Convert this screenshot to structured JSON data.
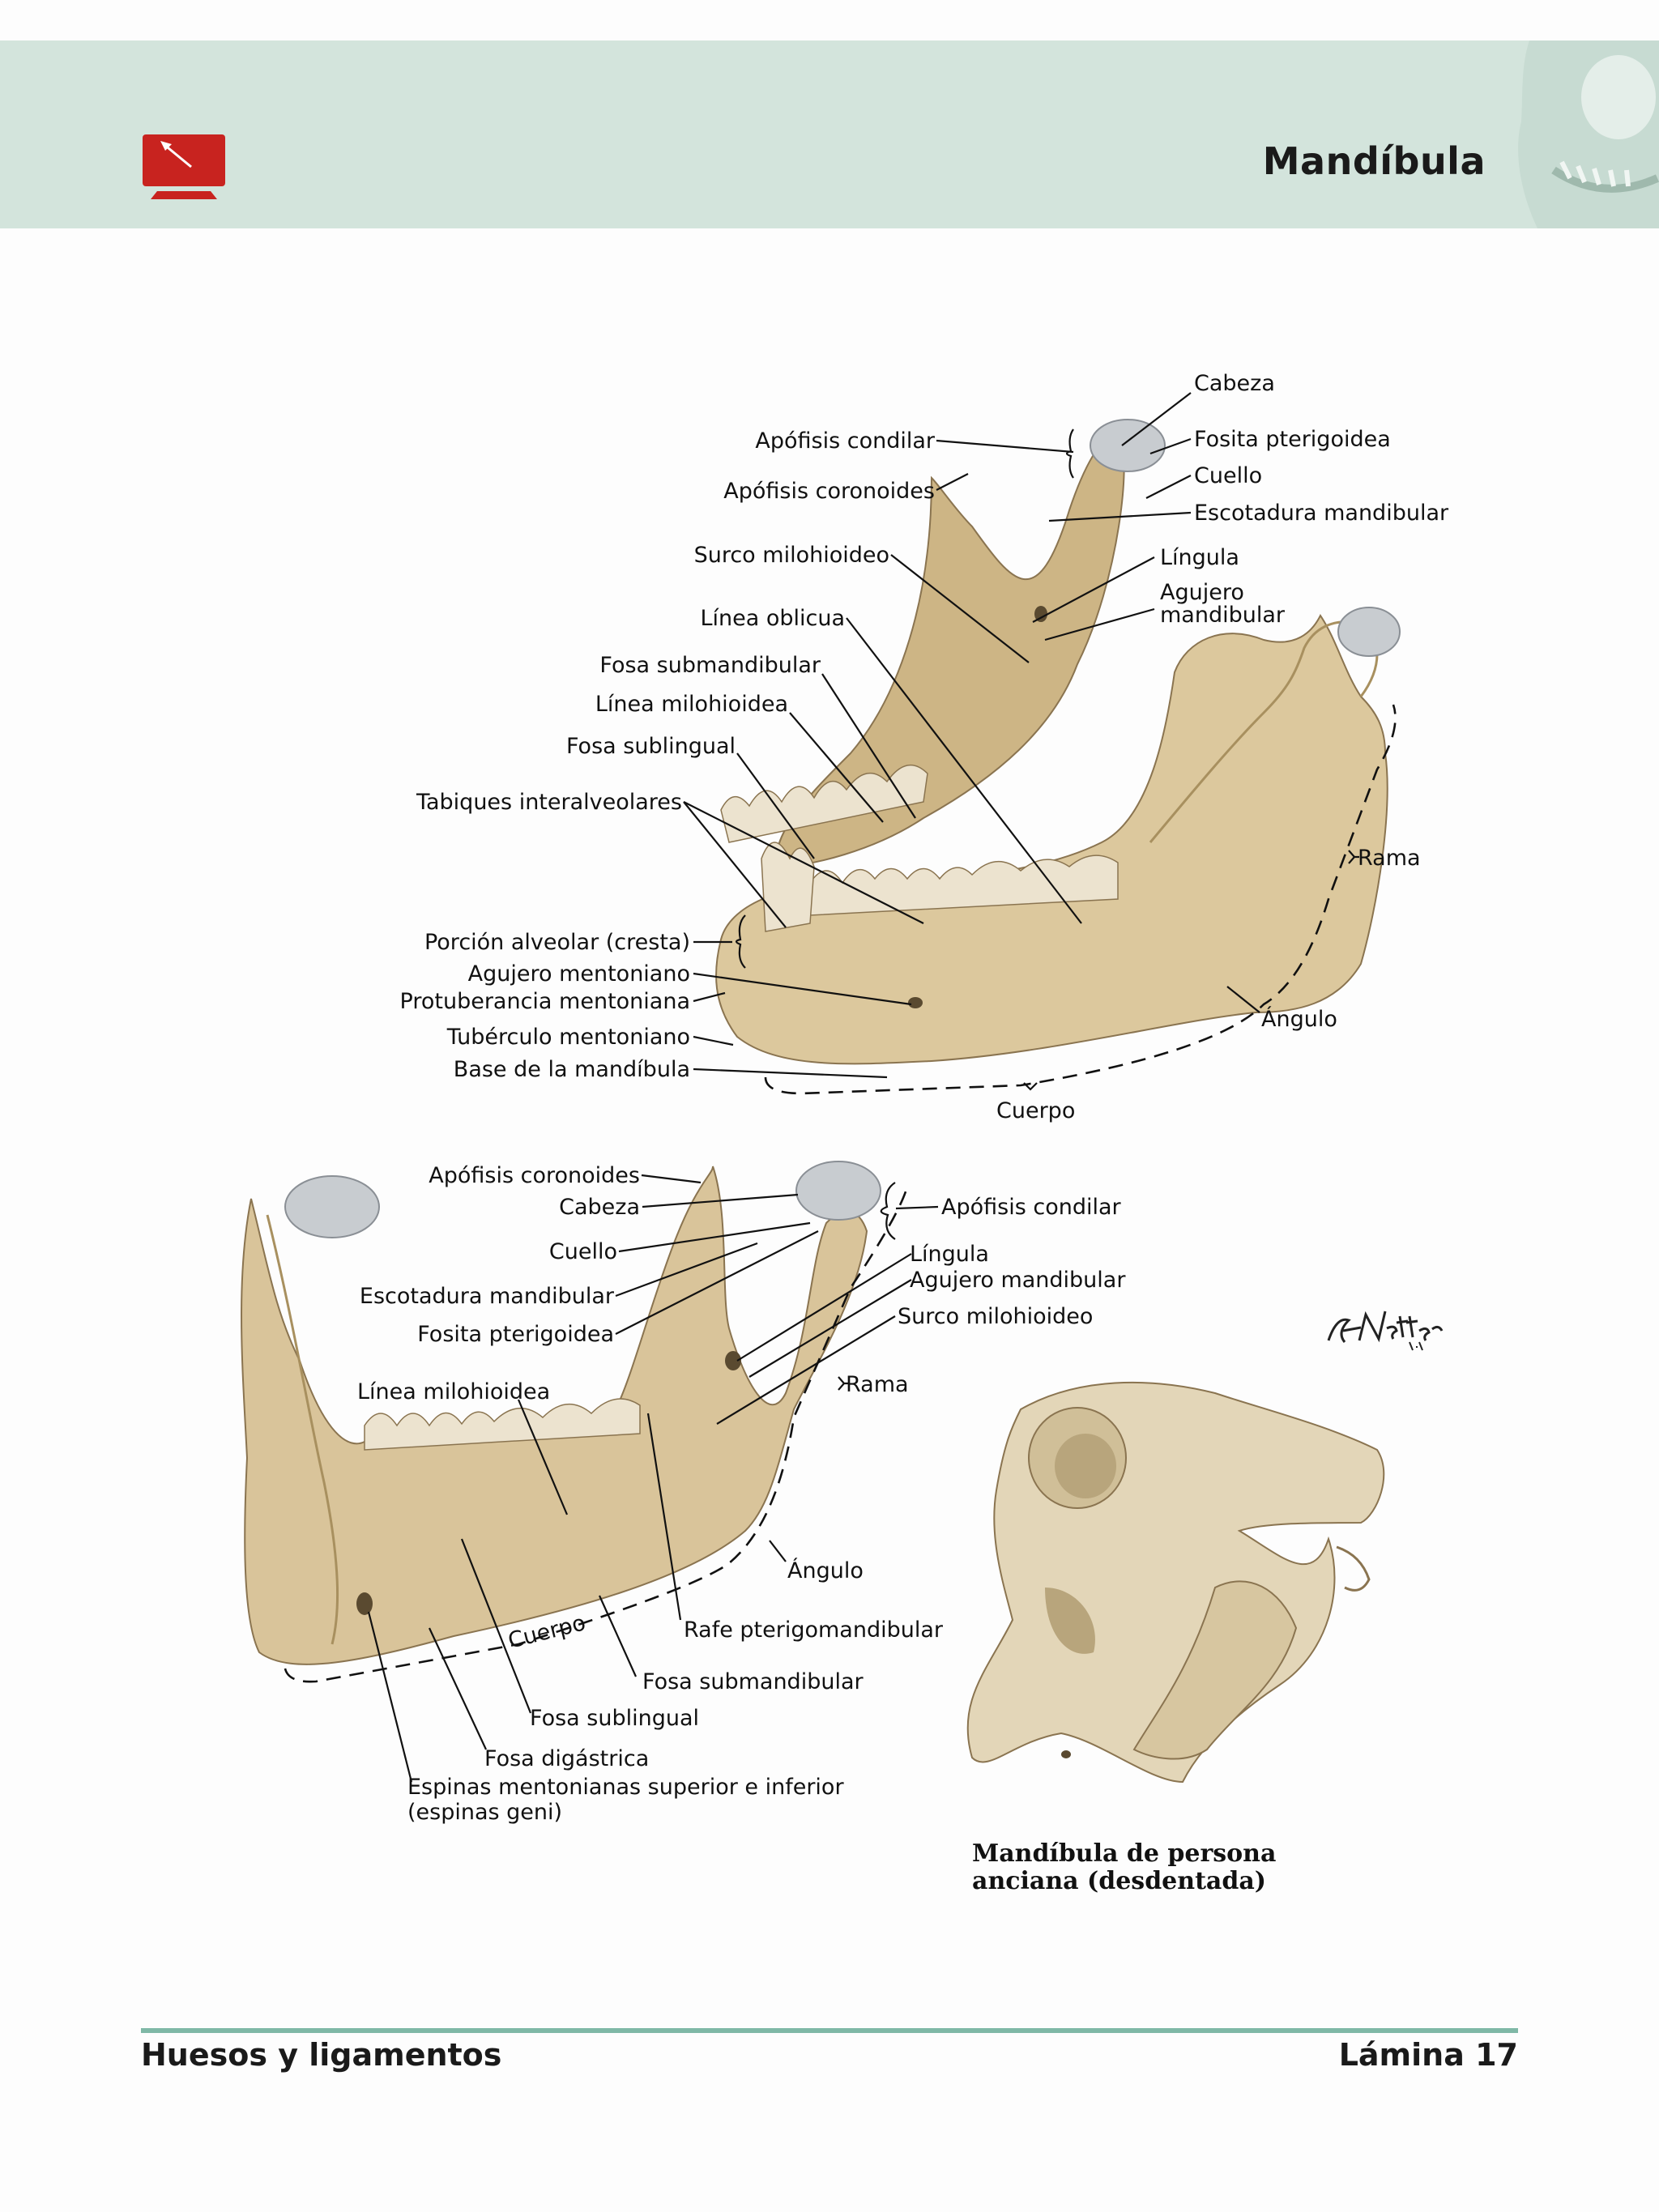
{
  "header": {
    "title": "Mandíbula"
  },
  "footer": {
    "section": "Huesos y ligamentos",
    "plate": "Lámina 17"
  },
  "colors": {
    "header_band": "#d3e4dc",
    "icon_red": "#c8231f",
    "footer_rule": "#7fb8a6",
    "bone": "#d9c49a"
  },
  "icons": {
    "header_icon": "presentation-screen-icon"
  },
  "signature": "F. Netter M.D.",
  "view_top": {
    "labels": {
      "cabeza": "Cabeza",
      "fosita_pterigoidea": "Fosita pterigoidea",
      "cuello": "Cuello",
      "escotadura_mandibular": "Escotadura mandibular",
      "lingula": "Língula",
      "agujero_mandibular_1": "Agujero",
      "agujero_mandibular_2": "mandibular",
      "apofisis_condilar": "Apófisis condilar",
      "apofisis_coronoides": "Apófisis coronoides",
      "surco_milohioideo": "Surco milohioideo",
      "linea_oblicua": "Línea oblicua",
      "fosa_submandibular": "Fosa submandibular",
      "linea_milohioidea": "Línea milohioidea",
      "fosa_sublingual": "Fosa sublingual",
      "tabiques_interalveolares": "Tabiques interalveolares",
      "rama": "Rama",
      "porcion_alveolar": "Porción alveolar (cresta)",
      "agujero_mentoniano": "Agujero mentoniano",
      "protuberancia_mentoniana": "Protuberancia mentoniana",
      "angulo": "Ángulo",
      "tuberculo_mentoniano": "Tubérculo mentoniano",
      "base_mandibula": "Base de la mandíbula",
      "cuerpo": "Cuerpo"
    }
  },
  "view_bottom": {
    "labels": {
      "apofisis_coronoides": "Apófisis coronoides",
      "cabeza": "Cabeza",
      "apofisis_condilar": "Apófisis condilar",
      "cuello": "Cuello",
      "lingula": "Língula",
      "agujero_mandibular": "Agujero mandibular",
      "escotadura_mandibular": "Escotadura mandibular",
      "surco_milohioideo": "Surco milohioideo",
      "fosita_pterigoidea": "Fosita pterigoidea",
      "linea_milohioidea": "Línea milohioidea",
      "rama": "Rama",
      "angulo": "Ángulo",
      "rafe_pterigomandibular": "Rafe pterigomandibular",
      "cuerpo": "Cuerpo",
      "fosa_submandibular": "Fosa submandibular",
      "fosa_sublingual": "Fosa sublingual",
      "fosa_digastrica": "Fosa digástrica",
      "espinas_1": "Espinas mentonianas superior e inferior",
      "espinas_2": "(espinas geni)"
    }
  },
  "view_elderly": {
    "caption_line1": "Mandíbula de persona",
    "caption_line2": "anciana (desdentada)"
  }
}
